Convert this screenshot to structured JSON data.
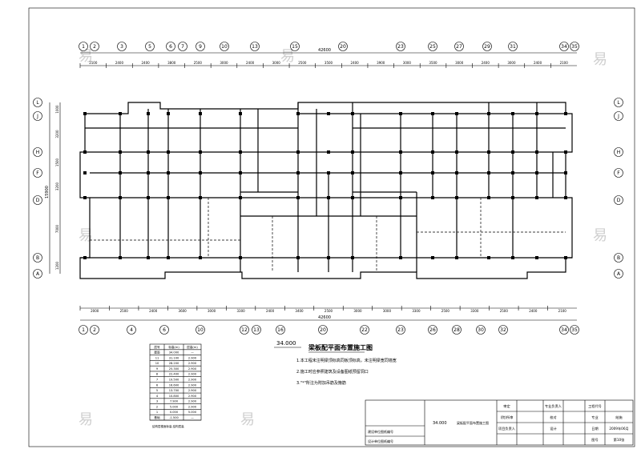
{
  "drawing": {
    "title": "梁板配平面布置施工图",
    "level": "34.000"
  },
  "axes": {
    "top": [
      "1",
      "2",
      "3",
      "5",
      "6",
      "7",
      "9",
      "10",
      "13",
      "15",
      "20",
      "23",
      "25",
      "27",
      "29",
      "31",
      "34",
      "35"
    ],
    "bottom": [
      "1",
      "2",
      "4",
      "6",
      "10",
      "12",
      "13",
      "16",
      "20",
      "22",
      "23",
      "26",
      "28",
      "30",
      "32",
      "34",
      "35"
    ],
    "left": [
      "L",
      "J",
      "H",
      "F",
      "D",
      "B",
      "A"
    ],
    "right": [
      "L",
      "J",
      "H",
      "F",
      "D",
      "B",
      "A"
    ]
  },
  "dims": {
    "top_overall": "42600",
    "top_parts": [
      "2100",
      "2400",
      "2400",
      "3800",
      "2500",
      "3000",
      "2400",
      "3000",
      "2500",
      "3500",
      "2400",
      "3900",
      "3000",
      "3500",
      "3000",
      "2400",
      "3000",
      "2400",
      "2100"
    ],
    "bottom_parts": [
      "2000",
      "2500",
      "2400",
      "3600",
      "3000",
      "3300",
      "2400",
      "3400",
      "2500",
      "3000",
      "3000",
      "3300",
      "2500",
      "3300",
      "2500",
      "2400",
      "2100"
    ],
    "bottom_overall": "42600",
    "left": [
      "1000",
      "3200",
      "1500",
      "3200",
      "7000",
      "1200"
    ],
    "left_total": "15900"
  },
  "notes": [
    "1.本工程未注明梁顶标高同板顶标高，未注明梁宽同墙宽",
    "2.施工时应参照建筑及设备图纸预留洞口",
    "3.\"*\"所注为附加吊筋及箍筋"
  ],
  "level_table": {
    "header": [
      "层号",
      "标高(m)",
      "层高(m)"
    ],
    "rows": [
      [
        "屋面",
        "34.000",
        "—"
      ],
      [
        "11",
        "31.100",
        "2.900"
      ],
      [
        "10",
        "28.200",
        "2.900"
      ],
      [
        "9",
        "25.300",
        "2.900"
      ],
      [
        "8",
        "22.400",
        "2.900"
      ],
      [
        "7",
        "19.500",
        "2.900"
      ],
      [
        "6",
        "16.600",
        "2.900"
      ],
      [
        "5",
        "13.700",
        "2.900"
      ],
      [
        "4",
        "10.800",
        "2.900"
      ],
      [
        "3",
        "7.900",
        "2.900"
      ],
      [
        "2",
        "5.000",
        "2.900"
      ],
      [
        "1",
        "0.000",
        "5.000"
      ],
      [
        "基础",
        "-1.500",
        "—"
      ]
    ],
    "footer": "结构层楼面标高 结构层高"
  },
  "title_block": {
    "project_label_1": "建设单位图纸编号",
    "project_label_2": "设计单位图纸编号",
    "drawing_level": "34.000",
    "drawing_name": "梁板配平面布置施工图",
    "rows": [
      [
        "审定",
        "",
        "专业负责人",
        "",
        "工程代号",
        ""
      ],
      [
        "(院)所审",
        "",
        "校对",
        "",
        "专业",
        "结施"
      ],
      [
        "项目负责人",
        "",
        "设计",
        "",
        "日期",
        "2009年06月"
      ],
      [
        "",
        "",
        "",
        "",
        "图号",
        "第10张"
      ]
    ]
  },
  "watermark": "易"
}
